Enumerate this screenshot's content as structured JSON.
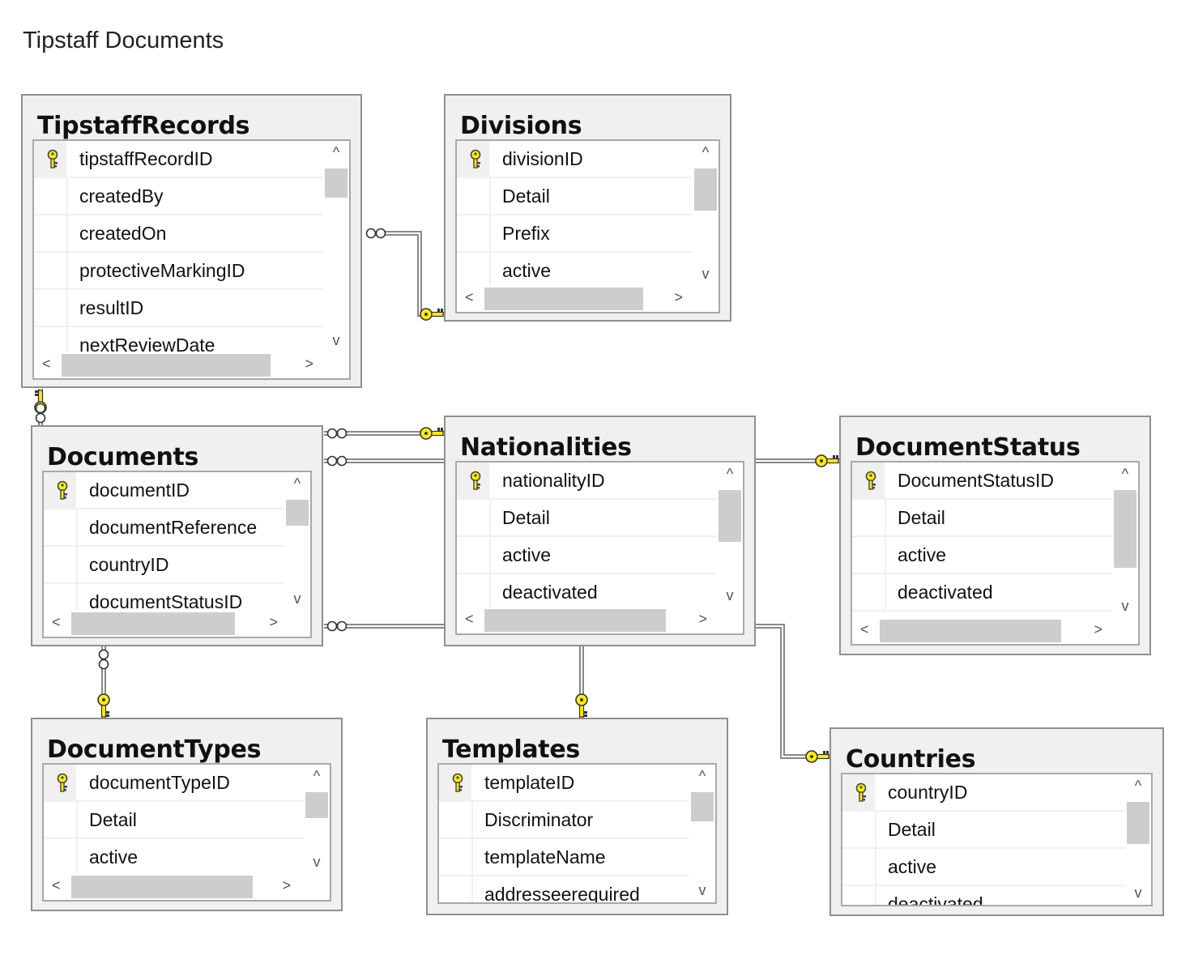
{
  "diagram_title": "Tipstaff Documents",
  "colors": {
    "key_yellow": "#ffee00",
    "connector": "#888888",
    "table_bg": "#f0f0f0",
    "thumb": "#cdcdcd"
  },
  "icons": {
    "primary_key": "key-icon",
    "scroll_up": "chevron-up-icon",
    "scroll_down": "chevron-down-icon",
    "scroll_left": "chevron-left-icon",
    "scroll_right": "chevron-right-icon"
  },
  "scroll_glyphs": {
    "up": "^",
    "down": "v",
    "left": "<",
    "right": ">"
  },
  "tables": [
    {
      "id": "tipstaff-records",
      "title": "TipstaffRecords",
      "columns": [
        "tipstaffRecordID",
        "createdBy",
        "createdOn",
        "protectiveMarkingID",
        "resultID",
        "nextReviewDate"
      ]
    },
    {
      "id": "divisions",
      "title": "Divisions",
      "columns": [
        "divisionID",
        "Detail",
        "Prefix",
        "active"
      ]
    },
    {
      "id": "documents",
      "title": "Documents",
      "columns": [
        "documentID",
        "documentReference",
        "countryID",
        "documentStatusID"
      ]
    },
    {
      "id": "nationalities",
      "title": "Nationalities",
      "columns": [
        "nationalityID",
        "Detail",
        "active",
        "deactivated"
      ]
    },
    {
      "id": "document-status",
      "title": "DocumentStatus",
      "columns": [
        "DocumentStatusID",
        "Detail",
        "active",
        "deactivated"
      ]
    },
    {
      "id": "document-types",
      "title": "DocumentTypes",
      "columns": [
        "documentTypeID",
        "Detail",
        "active"
      ]
    },
    {
      "id": "templates",
      "title": "Templates",
      "columns": [
        "templateID",
        "Discriminator",
        "templateName",
        "addresseerequired"
      ]
    },
    {
      "id": "countries",
      "title": "Countries",
      "columns": [
        "countryID",
        "Detail",
        "active",
        "deactivated"
      ]
    }
  ]
}
